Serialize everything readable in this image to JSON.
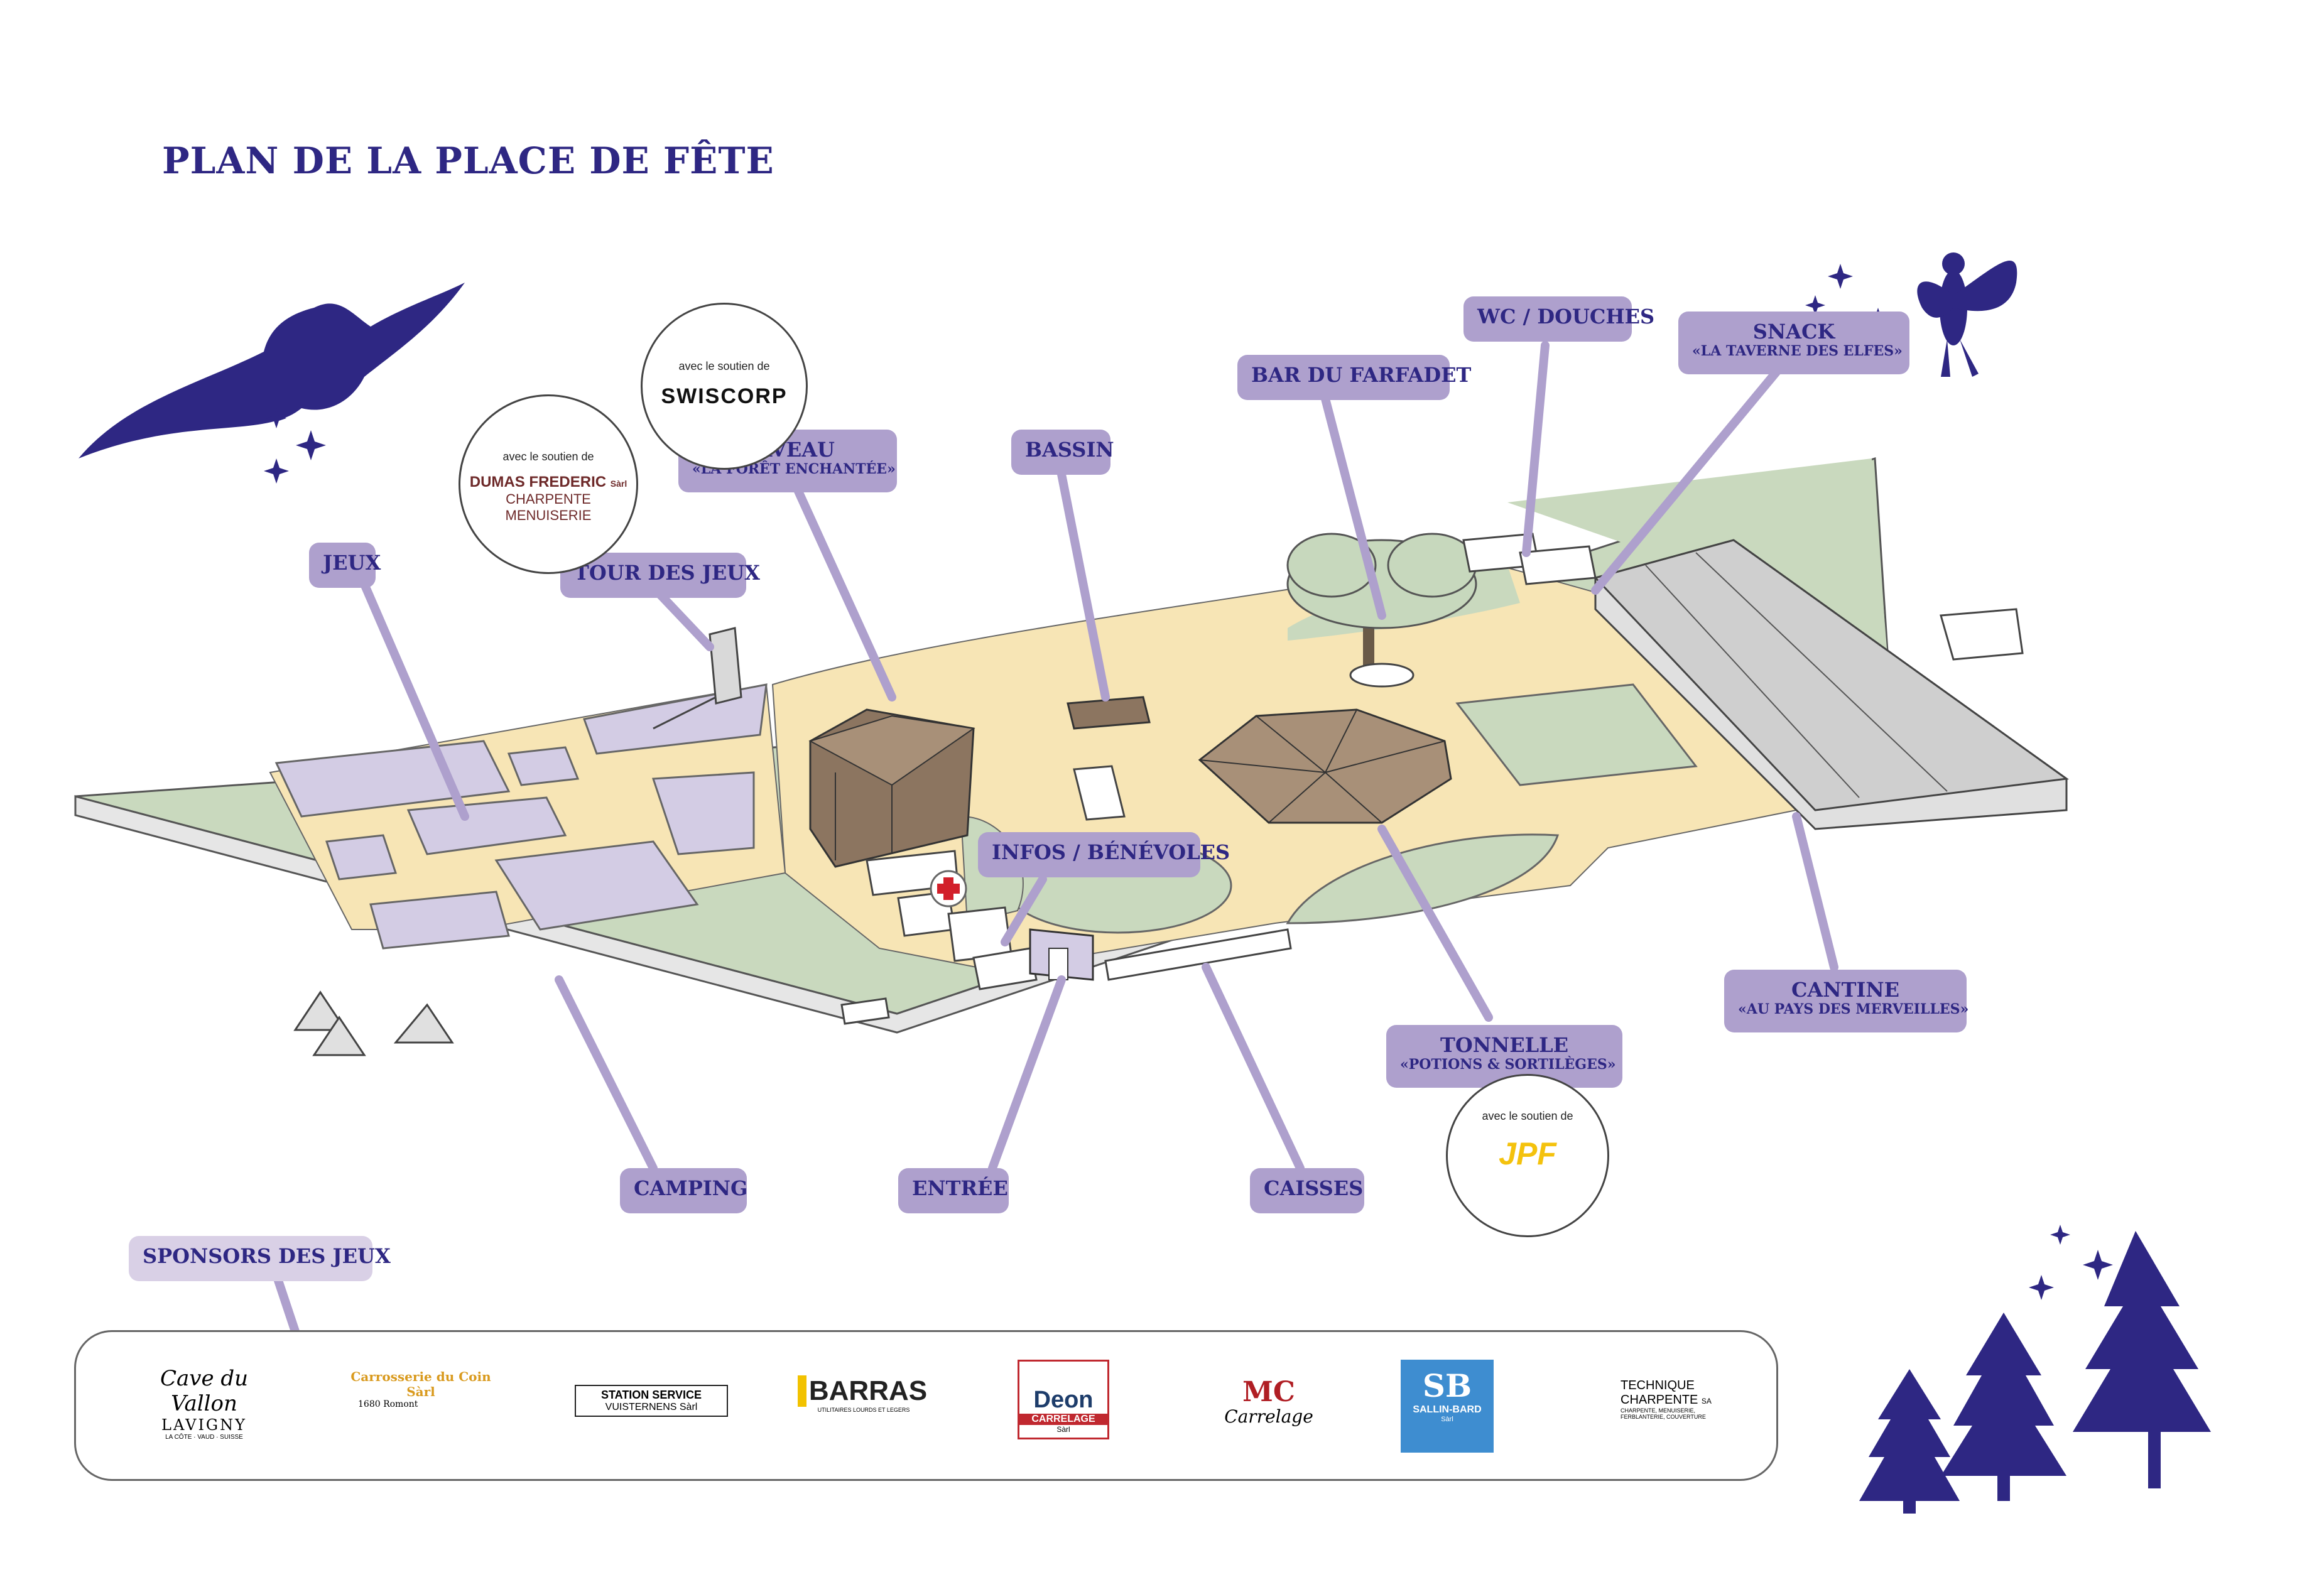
{
  "title": "PLAN DE LA PLACE DE FÊTE",
  "labels": {
    "jeux": "JEUX",
    "tour_des_jeux": "TOUR DES JEUX",
    "caveau": "CAVEAU",
    "caveau_sub": "«LA FORÊT ENCHANTÉE»",
    "bassin": "BASSIN",
    "bar": "BAR DU FARFADET",
    "wc": "WC / DOUCHES",
    "snack": "SNACK",
    "snack_sub": "«LA TAVERNE DES ELFES»",
    "infos": "INFOS / BÉNÉVOLES",
    "cantine": "CANTINE",
    "cantine_sub": "«AU PAYS DES MERVEILLES»",
    "tonnelle": "TONNELLE",
    "tonnelle_sub": "«POTIONS & SORTILÈGES»",
    "camping": "CAMPING",
    "entree": "ENTRÉE",
    "caisses": "CAISSES",
    "sponsors_jeux": "SPONSORS DES JEUX"
  },
  "support_circles": {
    "caption": "avec le soutien de",
    "swiscorp": "SWISCORP",
    "dumas_line1": "DUMAS FREDERIC",
    "dumas_sarl": "Sàrl",
    "dumas_line2": "CHARPENTE",
    "dumas_line3": "MENUISERIE",
    "jpf": "JPF"
  },
  "sponsors": {
    "cave_1": "Cave du Vallon",
    "cave_2": "LAVIGNY",
    "cave_3": "LA CÔTE · VAUD · SUISSE",
    "carrosserie_1": "Carrosserie du Coin Sàrl",
    "carrosserie_2": "1680 Romont",
    "station_1": "STATION SERVICE",
    "station_2": "VUISTERNENS Sàrl",
    "barras_1": "BARRAS",
    "barras_2": "UTILITAIRES LOURDS ET LEGERS",
    "deon_1": "Deon",
    "deon_2": "CARRELAGE",
    "deon_3": "Sàrl",
    "mc_1": "MC",
    "mc_2": "Carrelage",
    "sb_1": "SB",
    "sb_2": "SALLIN-BARD",
    "sb_3": "Sàrl",
    "technique_1": "TECHNIQUE",
    "technique_2": "CHARPENTE",
    "technique_3": "SA",
    "technique_4": "CHARPENTE, MENUISERIE,",
    "technique_5": "FERBLANTERIE, COUVERTURE"
  },
  "colors": {
    "accent": "#2e2783",
    "label_bg": "#aea0cd",
    "lawn": "#c9d9be",
    "sand": "#f7e5b5",
    "play_area": "#d3cce4",
    "wood": "#8c7560",
    "tent": "#9a9a9a"
  }
}
